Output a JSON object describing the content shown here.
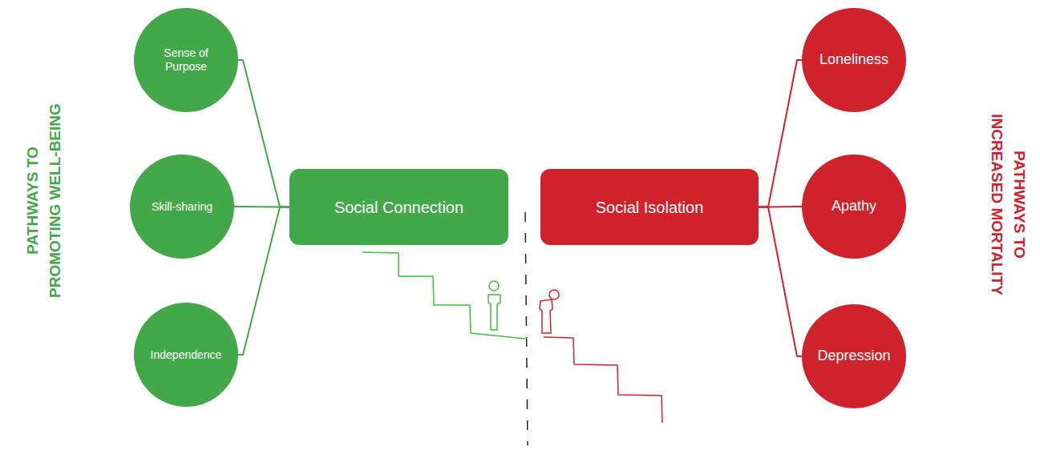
{
  "diagram": {
    "nodes": [
      {
        "text": [
          "Sense of Purpose"
        ]
      },
      {
        "text": [
          "Skill-sharing"
        ]
      },
      {
        "text": [
          "Independence"
        ]
      },
      {
        "text": [
          "Social Connection"
        ]
      },
      {
        "text": [
          "Social Isolation"
        ]
      },
      {
        "text": [
          "Loneliness"
        ]
      },
      {
        "text": [
          "Apathy"
        ]
      },
      {
        "text": [
          "Depression"
        ]
      }
    ],
    "edges": [
      {
        "from": 0,
        "to": 3,
        "arrow": "none"
      },
      {
        "from": 1,
        "to": 3,
        "arrow": "none"
      },
      {
        "from": 2,
        "to": 3,
        "arrow": "none"
      },
      {
        "from": 4,
        "to": 5,
        "arrow": "none"
      },
      {
        "from": 4,
        "to": 6,
        "arrow": "none"
      },
      {
        "from": 4,
        "to": 7,
        "arrow": "none"
      }
    ],
    "labels": [
      "PATHWAYS TO PROMOTING WELL-BEING",
      "PATHWAYS TO INCREASED MORTALITY"
    ]
  }
}
